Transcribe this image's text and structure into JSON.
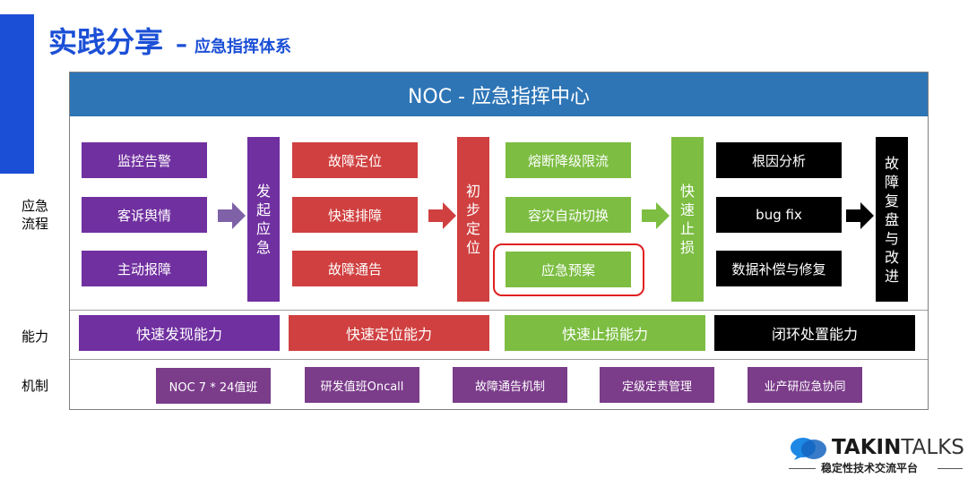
{
  "title": {
    "main": "实践分享",
    "dash": "–",
    "sub": "应急指挥体系"
  },
  "header": "NOC - 应急指挥中心",
  "side_labels": {
    "process": "应急\n流程",
    "capability": "能力",
    "mechanism": "机制"
  },
  "columns": {
    "detect": [
      "监控告警",
      "客诉舆情",
      "主动报障"
    ],
    "launch": "发起应急",
    "locate": [
      "故障定位",
      "快速排障",
      "故障通告"
    ],
    "initial": "初步定位",
    "stop": [
      "熔断降级限流",
      "容灾自动切换",
      "应急预案"
    ],
    "quick_stop": "快速止损",
    "analysis": [
      "根因分析",
      "bug fix",
      "数据补偿与修复"
    ],
    "review": "故障复盘与改进"
  },
  "capabilities": [
    "快速发现能力",
    "快速定位能力",
    "快速止损能力",
    "闭环处置能力"
  ],
  "mechanisms": [
    "NOC 7 * 24值班",
    "研发值班Oncall",
    "故障通告机制",
    "定级定责管理",
    "业产研应急协同"
  ],
  "logo": {
    "brand_bold": "TAKIN",
    "brand_light": "TALKS",
    "tagline": "稳定性技术交流平台"
  },
  "colors": {
    "blue": "#1b4fd6",
    "header": "#2e75b6",
    "purple": "#7030a0",
    "red": "#d04040",
    "green": "#7cbd42",
    "black": "#000000",
    "highlight": "#e02020"
  }
}
